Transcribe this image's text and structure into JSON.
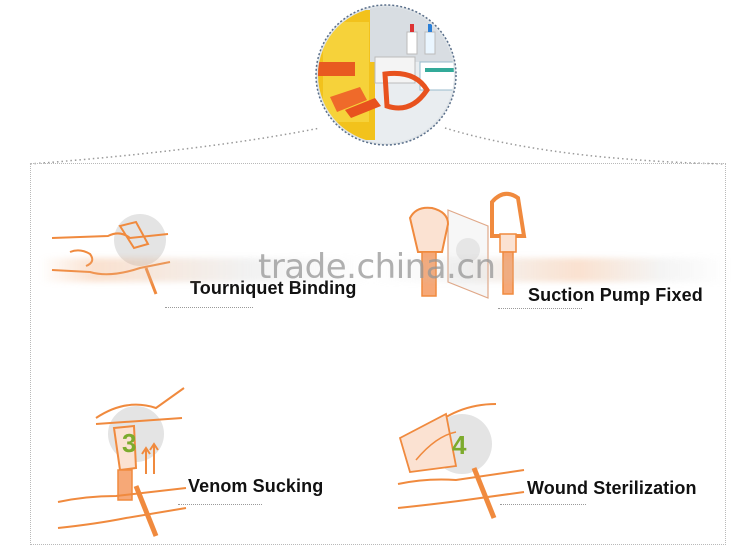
{
  "photo": {
    "icon": "snake-bite-kit-photo"
  },
  "steps": [
    {
      "number": "",
      "label": "Tourniquet Binding",
      "icon": "hand-tourniquet-icon"
    },
    {
      "number": "",
      "label": "Suction Pump Fixed",
      "icon": "suction-pump-icon"
    },
    {
      "number": "3",
      "label": "Venom Sucking",
      "icon": "venom-sucking-icon"
    },
    {
      "number": "4",
      "label": "Wound Sterilization",
      "icon": "wound-sterilization-icon"
    }
  ],
  "watermark": "trade.china.cn",
  "colors": {
    "accent": "#f08a3e",
    "step_number": "#7dab2d",
    "text": "#111111",
    "border": "#b9b9b9"
  }
}
